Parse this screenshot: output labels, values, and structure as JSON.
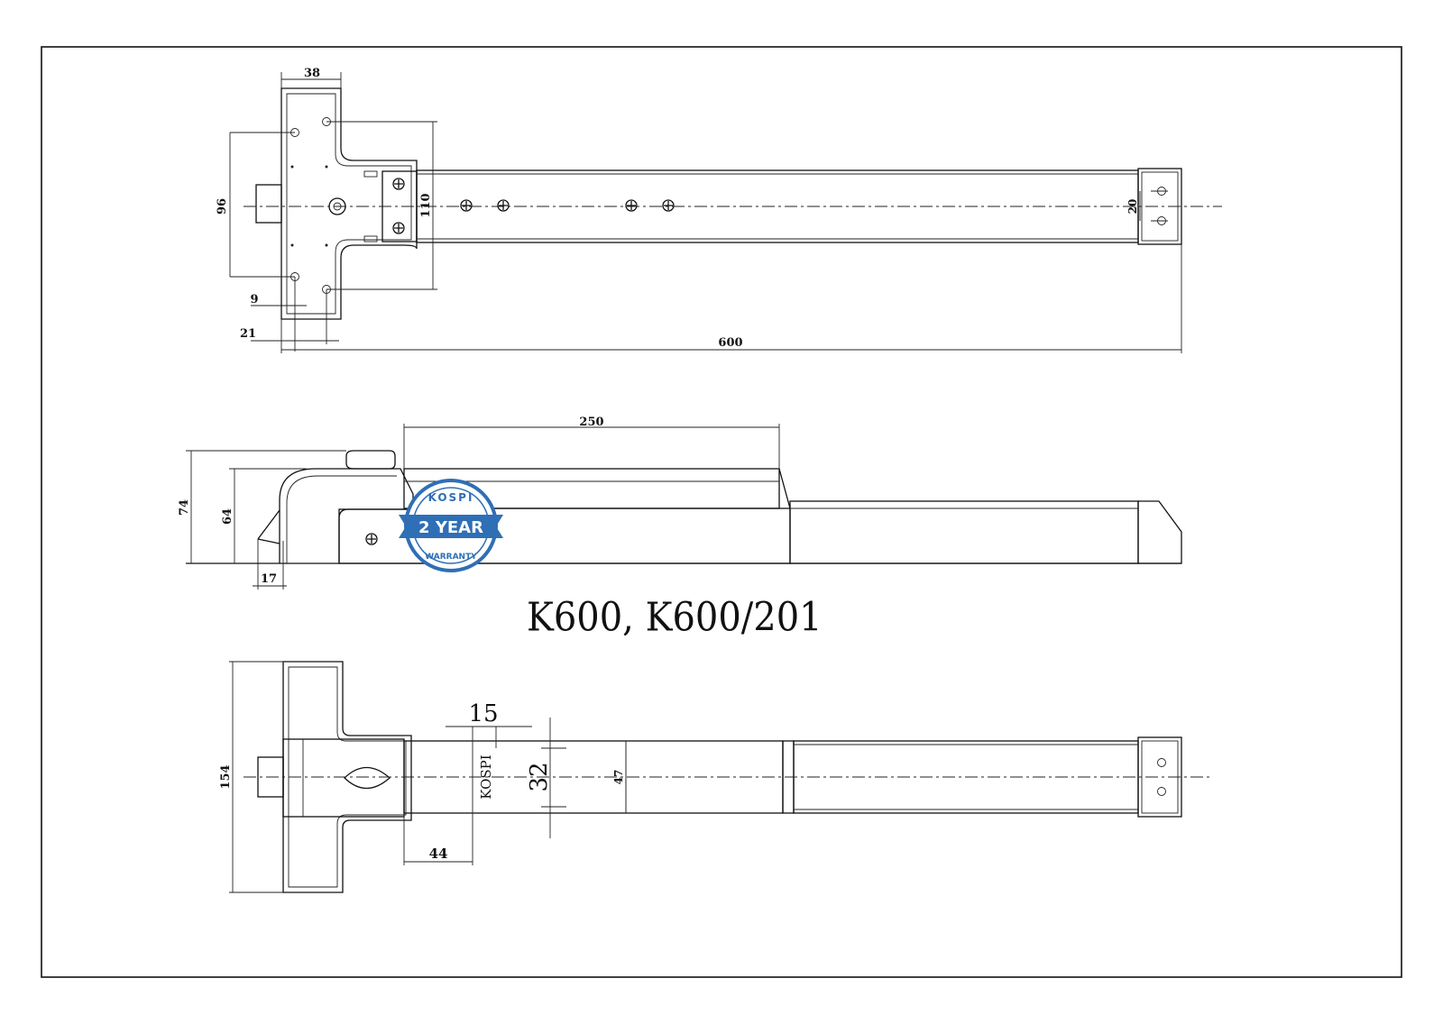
{
  "title": "K600, K600/201",
  "colors": {
    "badge_blue": "#2f6fb5",
    "badge_dark": "#1f4f8a",
    "line": "#111111"
  },
  "badge": {
    "brand": "KOSPI",
    "years": "2 YEAR",
    "warranty": "WARRANTY"
  },
  "top_view": {
    "dims": {
      "width_38": "38",
      "height_96": "96",
      "height_110": "110",
      "offset_9": "9",
      "offset_21": "21",
      "length_600": "600",
      "spacing_20": "20"
    }
  },
  "side_view": {
    "dims": {
      "length_250": "250",
      "height_74": "74",
      "height_64": "64",
      "depth_17": "17"
    }
  },
  "bottom_view": {
    "dims": {
      "width_15": "15",
      "height_32": "32",
      "height_47": "47",
      "offset_44": "44",
      "height_154": "154"
    },
    "engraving": "KOSPI"
  }
}
